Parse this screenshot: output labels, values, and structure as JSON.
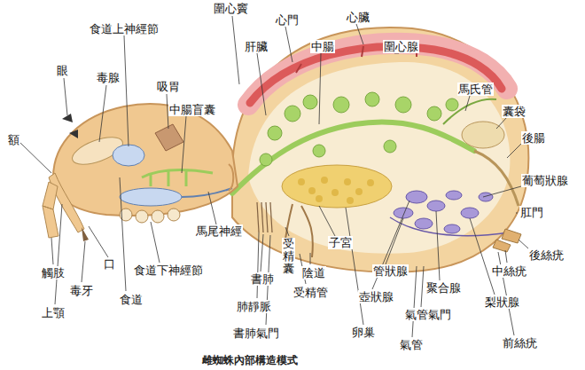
{
  "diagram": {
    "caption": "雌蜘蛛內部構造模式",
    "labels": [
      "圍心竇",
      "心門",
      "心臟",
      "食道上神經節",
      "肝臟",
      "中腸",
      "圍心腺",
      "眼",
      "毒腺",
      "吸胃",
      "中腸盲囊",
      "馬氏管",
      "囊袋",
      "額",
      "後腸",
      "葡萄狀腺",
      "肛門",
      "後絲疣",
      "中絲疣",
      "觸肢",
      "口",
      "毒牙",
      "上顎",
      "食道",
      "食道下神經節",
      "馬尾神經",
      "書肺",
      "受精囊",
      "子宮",
      "陰道",
      "受精管",
      "肺靜脈",
      "書肺氣門",
      "管狀腺",
      "壺狀腺",
      "卵巢",
      "聚合腺",
      "氣管氣門",
      "氣管",
      "梨狀腺",
      "前絲疣"
    ]
  }
}
